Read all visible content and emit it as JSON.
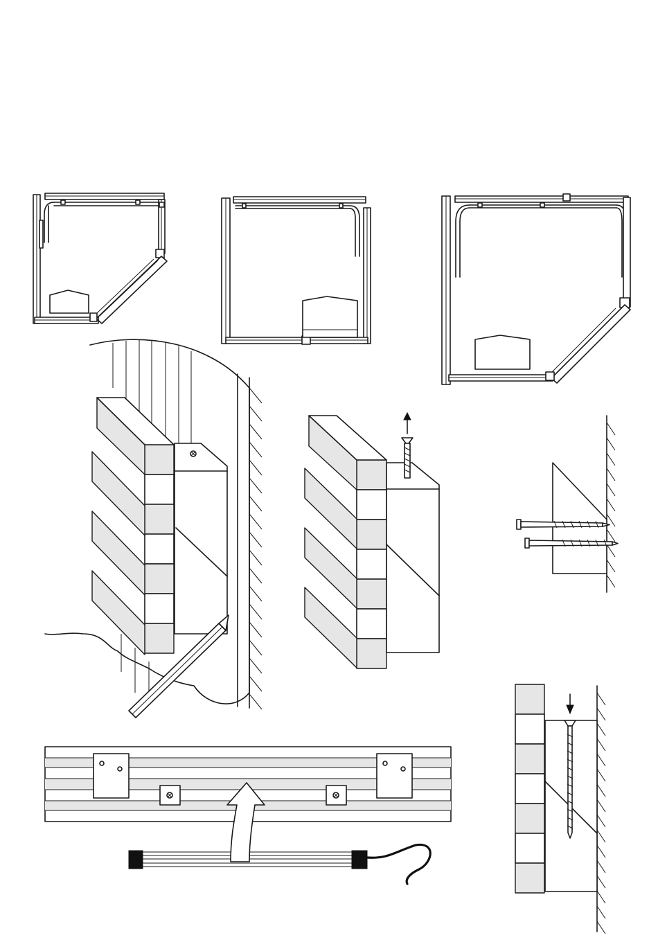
{
  "colors": {
    "line": "#1a1a1a",
    "shade": "#e6e6e6",
    "paper": "#ffffff"
  },
  "panels": [
    {
      "name": "pentagon-enclosure-plan"
    },
    {
      "name": "square-enclosure-plan"
    },
    {
      "name": "large-pentagon-enclosure-plan"
    },
    {
      "name": "mark-position-on-wall-step"
    },
    {
      "name": "remove-screw-step"
    },
    {
      "name": "screw-wall-bracket-step"
    },
    {
      "name": "insert-seal-strip-step"
    },
    {
      "name": "fix-profile-screw-step"
    }
  ],
  "icons": [
    "pencil-icon",
    "screw-icon",
    "arrow-up-icon",
    "arrow-down-icon",
    "hollow-arrow-up-icon",
    "cable-icon"
  ]
}
